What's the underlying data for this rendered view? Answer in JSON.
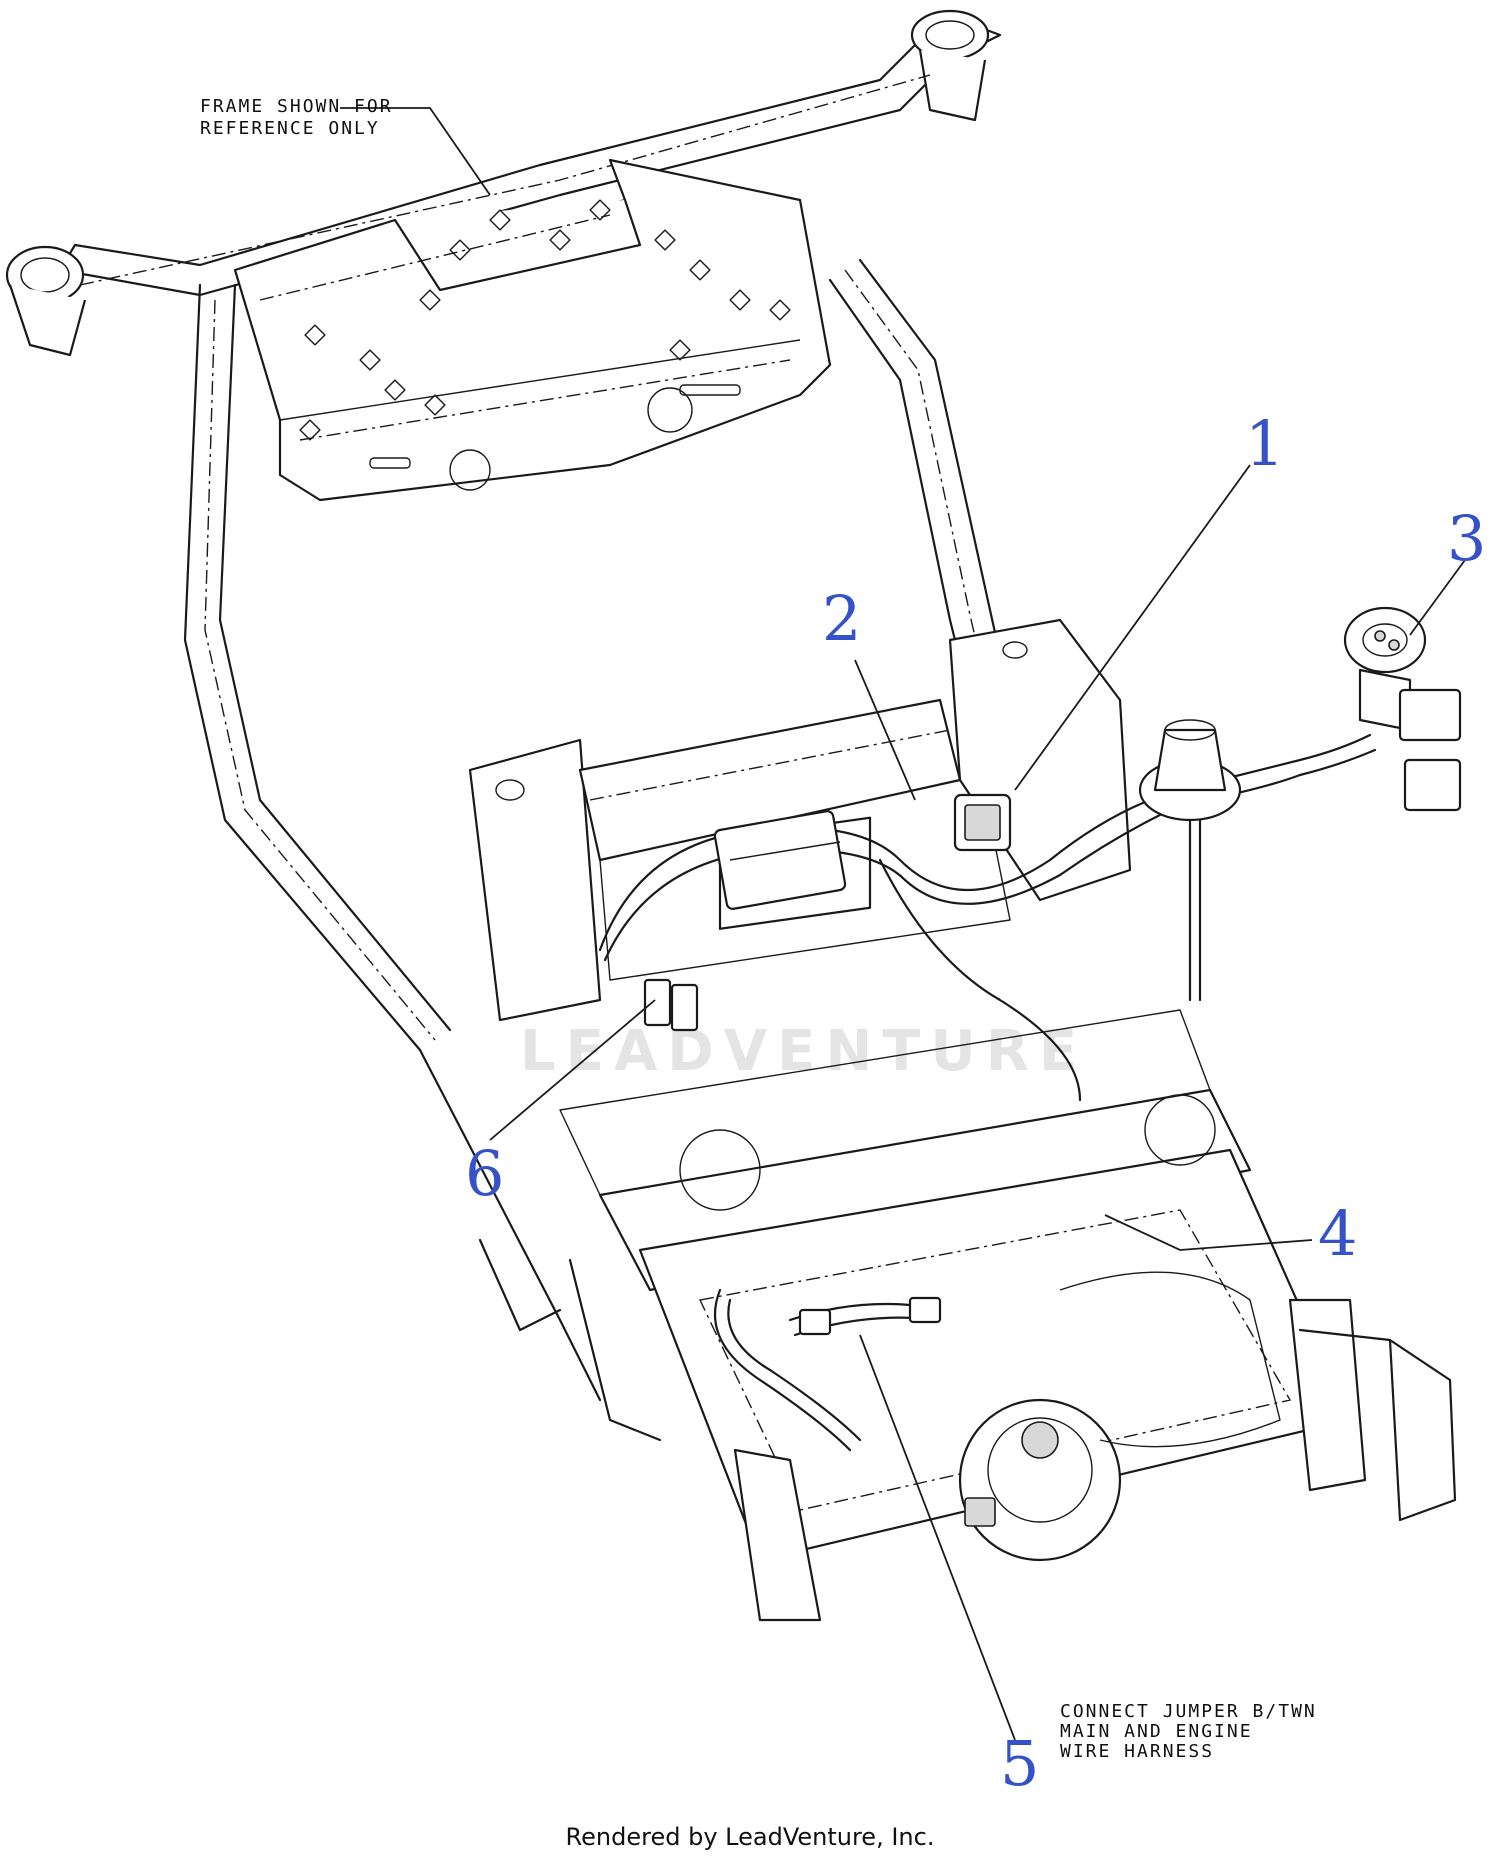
{
  "notes": {
    "frame": [
      "FRAME SHOWN FOR",
      "REFERENCE ONLY"
    ],
    "jumper": [
      "CONNECT JUMPER B/TWN",
      "MAIN AND ENGINE",
      "WIRE HARNESS"
    ]
  },
  "callouts": [
    {
      "id": "1",
      "label": "1"
    },
    {
      "id": "2",
      "label": "2"
    },
    {
      "id": "3",
      "label": "3"
    },
    {
      "id": "4",
      "label": "4"
    },
    {
      "id": "5",
      "label": "5"
    },
    {
      "id": "6",
      "label": "6"
    }
  ],
  "watermark": "LEADVENTURE",
  "footer": "Rendered by LeadVenture, Inc.",
  "colors": {
    "callout": "#3552c9",
    "line": "#1a1a1a",
    "watermark": "#e4e4e4"
  }
}
